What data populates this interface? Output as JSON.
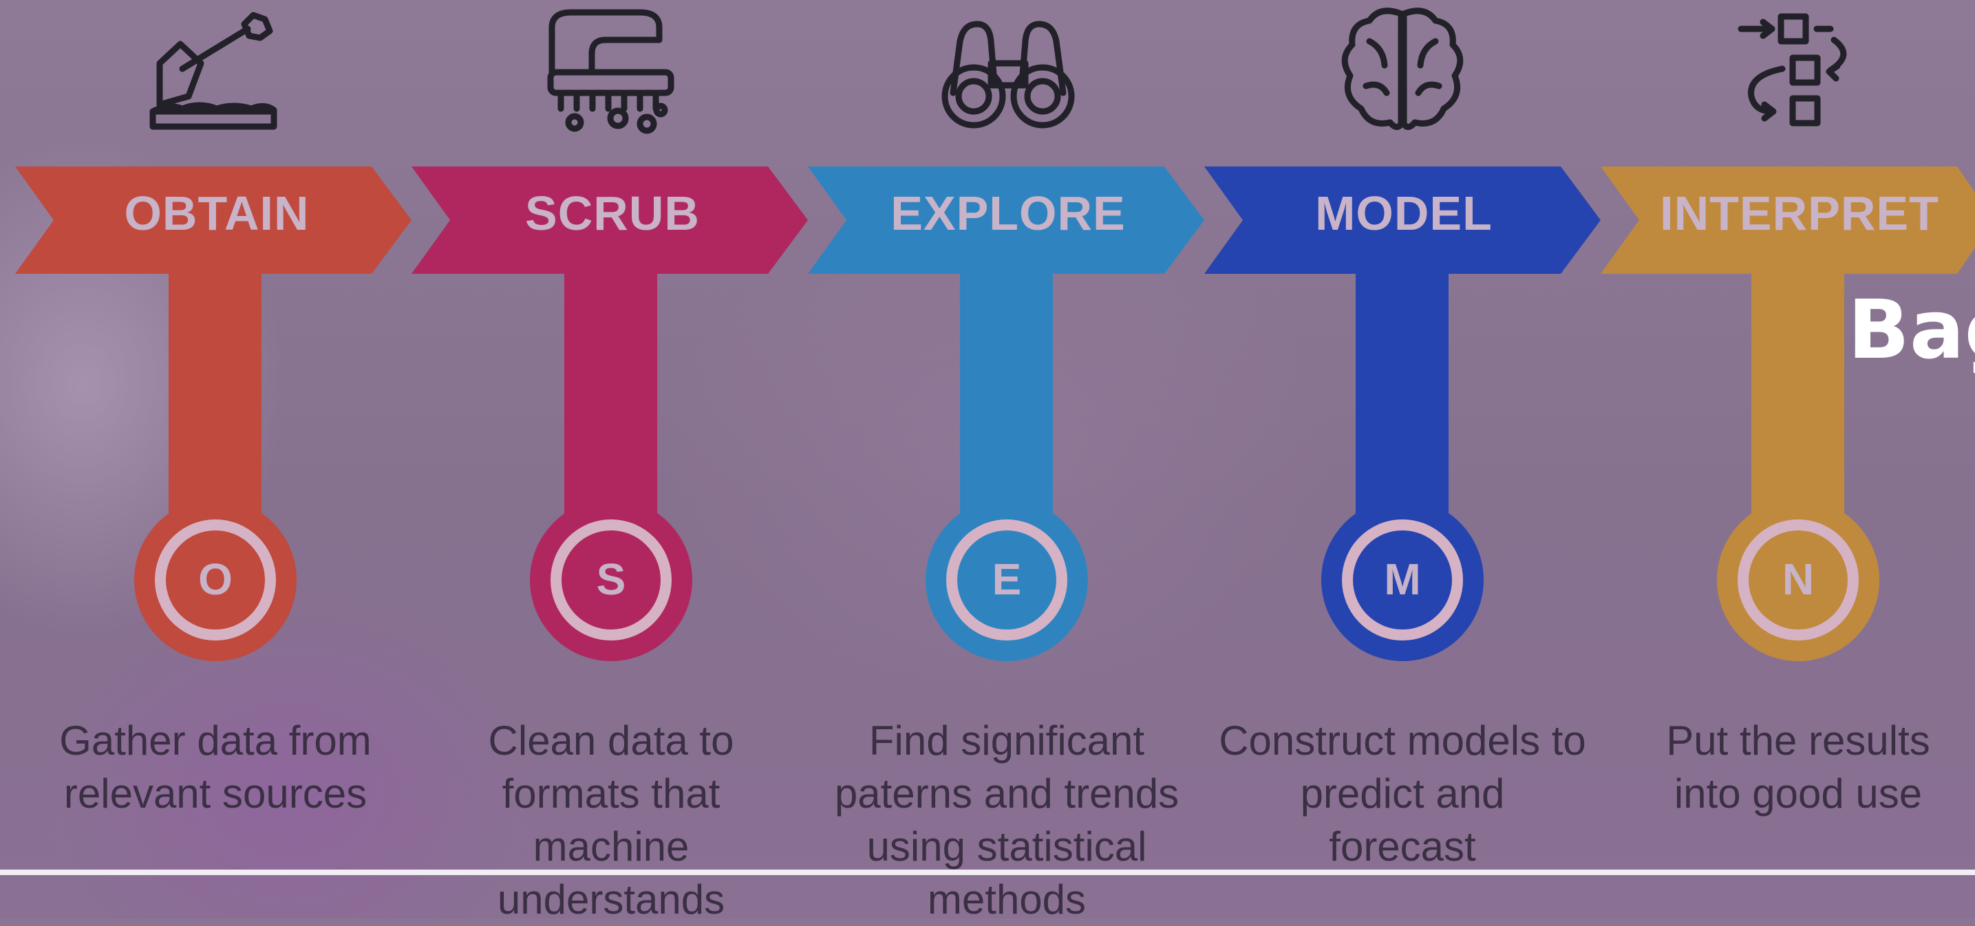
{
  "steps": [
    {
      "key": "obtain",
      "title": "OBTAIN",
      "letter": "O",
      "description": "Gather data from\nrelevant sources",
      "icon": "shovel-icon",
      "color": "#c04a3e"
    },
    {
      "key": "scrub",
      "title": "SCRUB",
      "letter": "S",
      "description": "Clean data to\nformats that\nmachine\nunderstands",
      "icon": "brush-icon",
      "color": "#b0275f"
    },
    {
      "key": "explore",
      "title": "EXPLORE",
      "letter": "E",
      "description": "Find significant\npaterns and trends\nusing statistical\nmethods",
      "icon": "binoculars-icon",
      "color": "#2f84c0"
    },
    {
      "key": "model",
      "title": "MODEL",
      "letter": "M",
      "description": "Construct models to\npredict and\nforecast",
      "icon": "brain-icon",
      "color": "#2544b0"
    },
    {
      "key": "interpret",
      "title": "INTERPRET",
      "letter": "N",
      "description": "Put the results\ninto good use",
      "icon": "flowchart-icon",
      "color": "#c08a3e"
    }
  ],
  "overlay": {
    "title": "Bag"
  }
}
